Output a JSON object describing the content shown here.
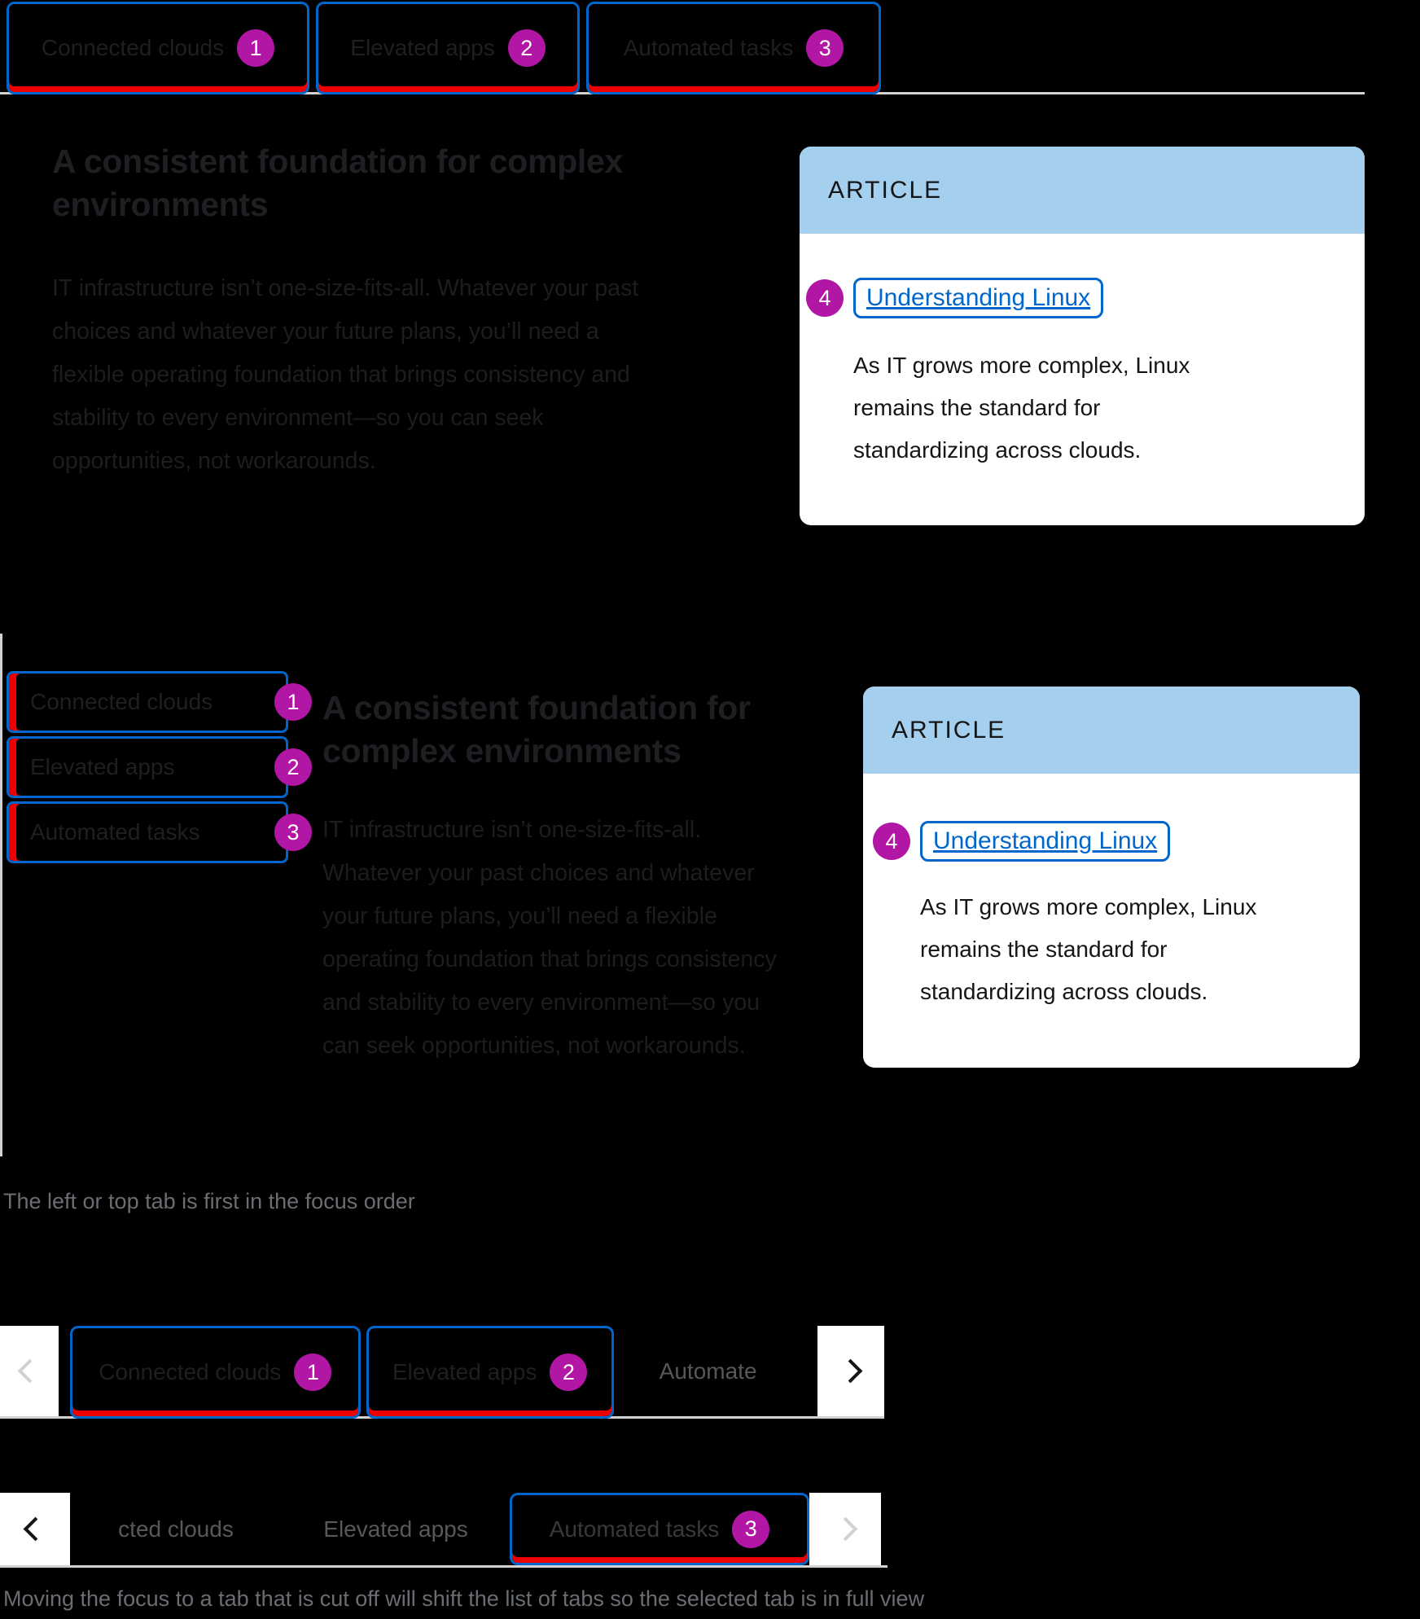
{
  "colors": {
    "blue": "#0066cc",
    "red": "#ee0000",
    "magenta": "#b216a4",
    "lightblue": "#a4cfee",
    "border-gray": "#d2d2d2",
    "text-gray": "#6a6e73",
    "label-muted": "#56585c"
  },
  "tab_labels": {
    "connected_clouds": "Connected clouds",
    "elevated_apps": "Elevated apps",
    "automated_tasks": "Automated tasks",
    "automated_cut": "Automate",
    "connected_cut": "cted clouds"
  },
  "badges": {
    "one": "1",
    "two": "2",
    "three": "3",
    "four": "4"
  },
  "content": {
    "heading": "A consistent foundation for complex environments",
    "body": "IT infrastructure isn’t one-size-fits-all. Whatever your past choices and whatever your future plans, you’ll need a flexible operating foundation that brings consistency and stability to every environment—so you can seek opportunities, not workarounds.",
    "article_label": "ARTICLE",
    "article_link": "Understanding Linux",
    "article_description": "As IT grows more complex, Linux remains the standard for standardizing across clouds."
  },
  "captions": {
    "focus_order": "The left or top tab is first in the focus order",
    "overflow": "Moving the focus to a tab that is cut off will shift the list of tabs so the selected tab is in full view"
  }
}
